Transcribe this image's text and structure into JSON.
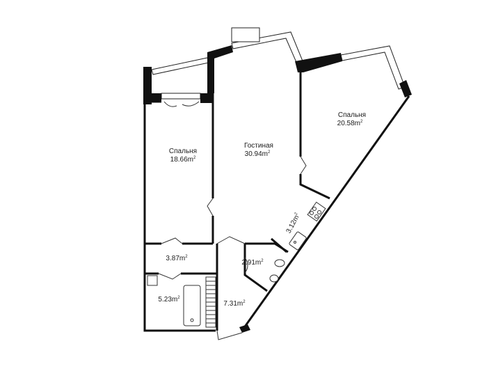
{
  "unit_superscript": "2",
  "rooms": {
    "bedroom_left": {
      "name": "Спальня",
      "area": "18.66m"
    },
    "living_room": {
      "name": "Гостиная",
      "area": "30.94m"
    },
    "bedroom_right": {
      "name": "Спальня",
      "area": "20.58m"
    },
    "kitchen": {
      "area": "3.12m"
    },
    "corridor": {
      "area": "3.87m"
    },
    "toilet": {
      "area": "2.91m"
    },
    "bathroom": {
      "area": "5.23m"
    },
    "hall": {
      "area": "7.31m"
    }
  }
}
